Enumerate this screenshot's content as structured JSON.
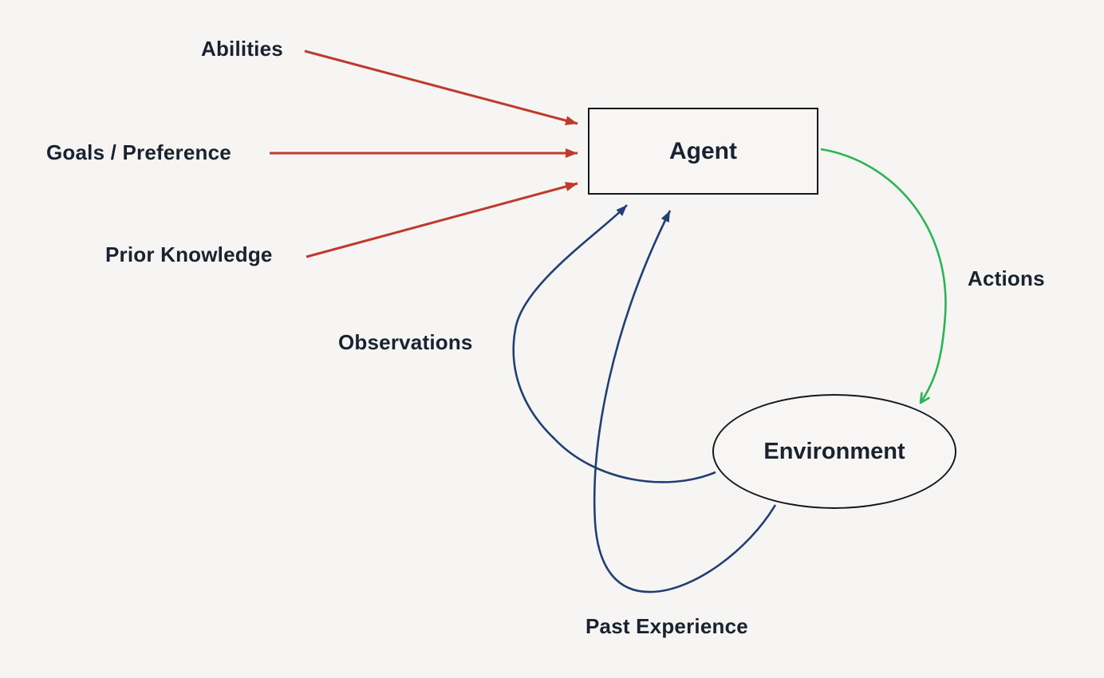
{
  "nodes": {
    "agent": {
      "label": "Agent"
    },
    "environment": {
      "label": "Environment"
    }
  },
  "edges": {
    "inputs": {
      "labels": [
        "Abilities",
        "Goals / Preference",
        "Prior Knowledge"
      ],
      "to": "Agent",
      "color": "#bf3a2b"
    },
    "actions": {
      "label": "Actions",
      "from": "Agent",
      "to": "Environment",
      "color": "#29b552"
    },
    "observations": {
      "label": "Observations",
      "from": "Environment",
      "to": "Agent",
      "color": "#223f73"
    },
    "past_experience": {
      "label": "Past Experience",
      "from": "Environment",
      "to": "Agent",
      "color": "#223f73"
    }
  },
  "colors": {
    "background": "#f6f5f3",
    "node_outline": "#14181f",
    "text": "#1a2230",
    "input_arrows": "#bf3a2b",
    "feedback_arrows": "#223f73",
    "action_arrow": "#29b552"
  }
}
